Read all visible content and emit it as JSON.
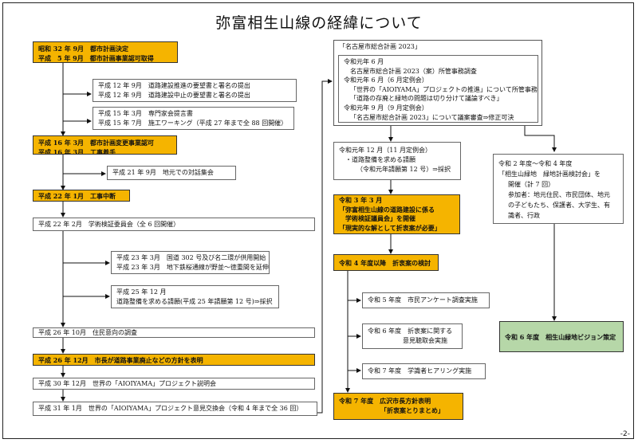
{
  "title": "弥富相生山線の経緯について",
  "page_number": "-2-",
  "left": {
    "b1": [
      "昭和 32 年 9月　都市計画決定",
      "平成　5 年 9月　都市計画事業認可取得"
    ],
    "b2": [
      "平成 12 年 9月　道路建設推進の要望書と署名の提出",
      "平成 12 年 9月　道路建設中止の要望書と署名の提出"
    ],
    "b3": [
      "平成 15 年 3月　専門家会提言書",
      "平成 15 年 7月　施工ワーキング（平成 27 年まで全 88 回開催）"
    ],
    "b4": [
      "平成 16 年 3月　都市計画変更事業認可",
      "平成 16 年 3月　工事着手"
    ],
    "b5": [
      "平成 21 年 9月　地元での対話集会"
    ],
    "b6": [
      "平成 22 年 1月　工事中断"
    ],
    "b7": [
      "平成 22 年 2月　学術検証委員会（全 6 回開催）"
    ],
    "b8": [
      "平成 23 年 3月　国道 302 号及び名二環が供用開始",
      "平成 23 年 3月　地下鉄桜通線が野並～徳重間を延伸"
    ],
    "b9": [
      "平成 25 年 12 月",
      "道路整備を求める請願(平成 25 年請願第 12 号)⇒採択"
    ],
    "b10": [
      "平成 26 年 10月　住民意向の調査"
    ],
    "b11": [
      "平成 26 年 12月　市長が道路事業廃止などの方針を表明"
    ],
    "b12": [
      "平成 30 年 12月　世界の「AIOIYAMA」プロジェクト説明会"
    ],
    "b13": [
      "平成 31 年 1月　世界の「AIOIYAMA」プロジェクト意見交換会（令和 4 年まで全 36 回）"
    ]
  },
  "middle": {
    "c1_label": "「名古屋市総合計画 2023」",
    "c1": [
      "令和元年 6 月",
      "名古屋市総合計画 2023（案）所管事務調査",
      "令和元年 6 月（6 月定例会）",
      "「世界の「AIOIYAMA」プロジェクトの推進」について所管事務調査を実施",
      "「道路の存廃と緑地の問題は切り分けて議論すべき」",
      "令和元年 9 月（9 月定例会）",
      "「名古屋市総合計画 2023」について議案審査⇒修正可決"
    ],
    "c2": [
      "令和元年 12 月（11 月定例会）",
      "・道路整備を求める請願",
      "（令和元年請願第 12 号）⇒採択"
    ],
    "c3": [
      "令和 3 年 3 月",
      "「弥富相生山線の道路建設に係る",
      "学術検証議員会」を開催",
      "「現実的な解として折衷案が必要」"
    ],
    "c4": [
      "令和 4 年度以降　折衷案の検討"
    ],
    "c5": [
      "令和 5 年度　市民アンケート調査実施"
    ],
    "c6": [
      "令和 6 年度　折衷案に関する",
      "意見聴取会実施"
    ],
    "c7": [
      "令和 7 年度　学識者ヒアリング実施"
    ],
    "c8": [
      "令和 7 年度　広沢市長方針表明",
      "「折衷案とりまとめ」"
    ]
  },
  "right": {
    "r1": [
      "令和 2 年度～令和 4 年度",
      "「相生山緑地　緑地計画検討会」を",
      "開催（計 7 回）",
      "参加者：地元住民、市民団体、地元",
      "の子どもたち、保護者、大学生、有",
      "識者、行政"
    ],
    "r2": [
      "令和 6 年度　相生山緑地ビジョン策定"
    ]
  }
}
